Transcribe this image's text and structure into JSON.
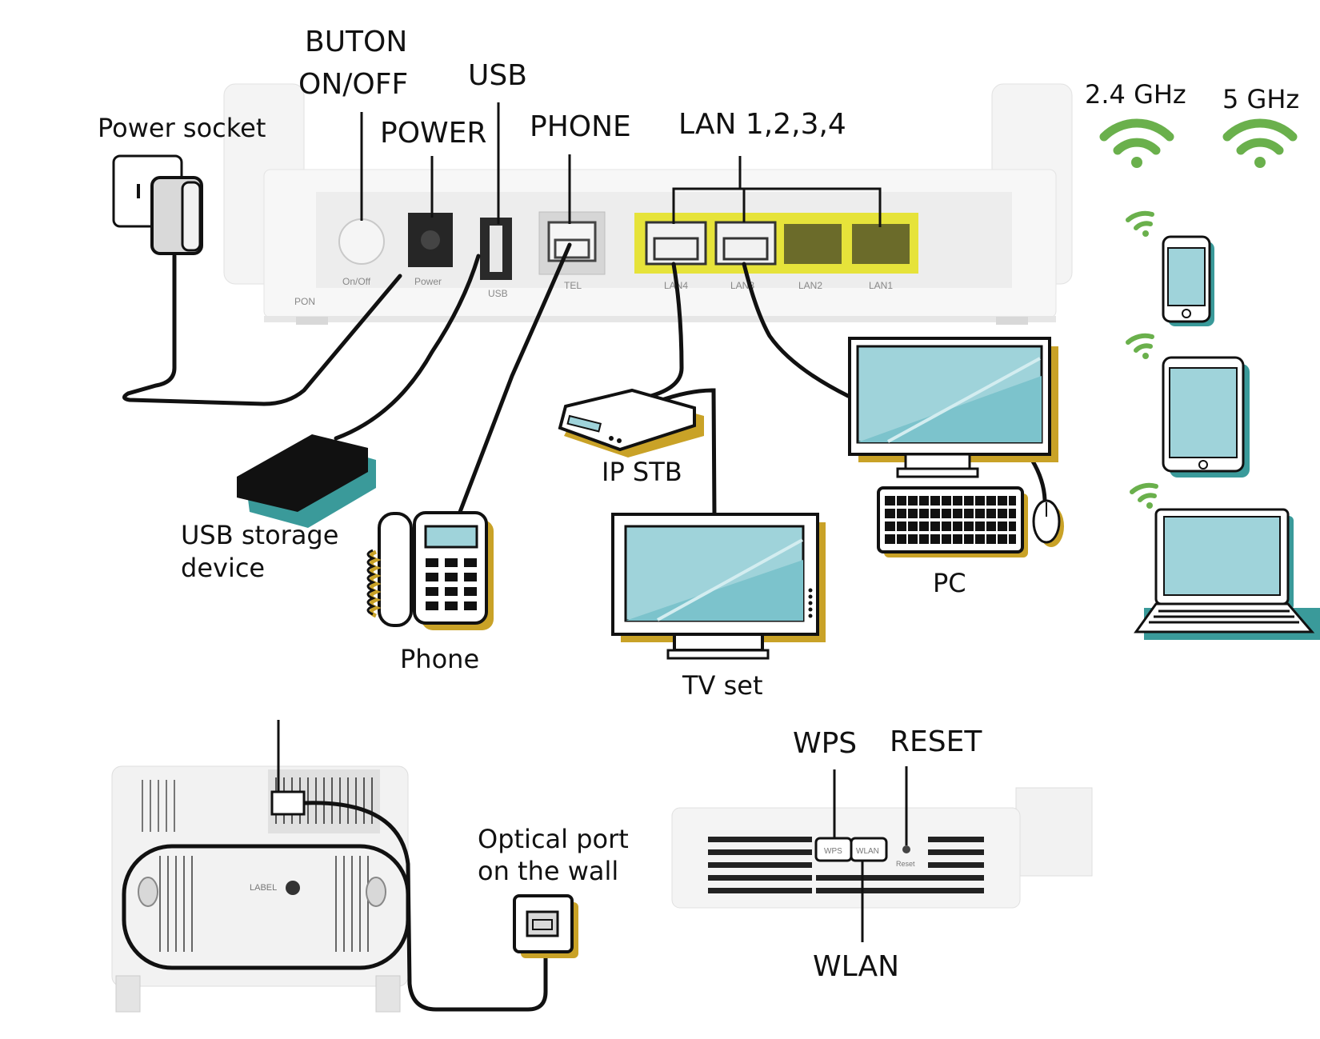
{
  "labels": {
    "buton_on_off_line1": "BUTON",
    "buton_on_off_line2": "ON/OFF",
    "usb": "USB",
    "power": "POWER",
    "phone_port": "PHONE",
    "lan": "LAN 1,2,3,4",
    "wifi_24": "2.4 GHz",
    "wifi_5": "5 GHz",
    "power_socket": "Power socket",
    "usb_storage_line1": "USB storage",
    "usb_storage_line2": "device",
    "ip_stb": "IP STB",
    "pc": "PC",
    "phone": "Phone",
    "tv_set": "TV set",
    "wps": "WPS",
    "reset": "RESET",
    "wlan": "WLAN",
    "optical_line1": "Optical port",
    "optical_line2": "on the wall"
  },
  "router_rear_labels": {
    "pon": "PON",
    "onoff": "On/Off",
    "power": "Power",
    "usb": "USB",
    "tel": "TEL",
    "lan4": "LAN4",
    "lan3": "LAN3",
    "lan2": "LAN2",
    "lan1": "LAN1"
  },
  "router_side_labels": {
    "wps": "WPS",
    "wlan": "WLAN",
    "reset": "Reset"
  },
  "router_bottom_labels": {
    "label": "LABEL"
  },
  "colors": {
    "lan_highlight": "#e6e33a",
    "screen": "#9fd3da",
    "shadow_gold": "#c9a227",
    "shadow_teal": "#3a9a9a",
    "wifi_green": "#6ab04c",
    "device_outline": "#111111",
    "router_white": "#f2f2f2"
  }
}
